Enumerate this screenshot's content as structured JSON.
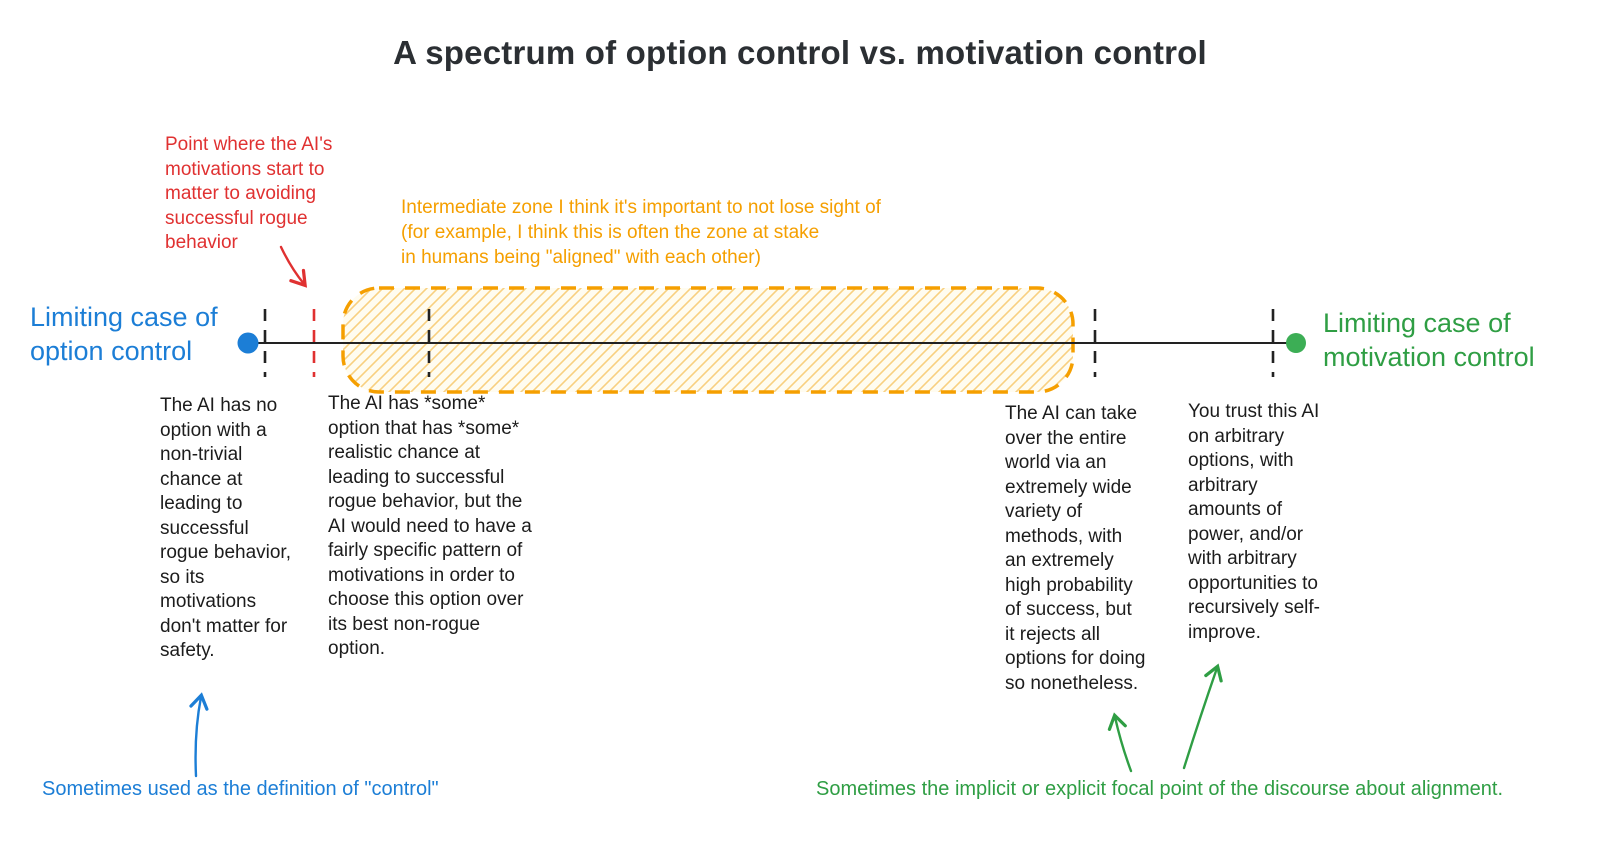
{
  "title": "A spectrum of option control vs. motivation control",
  "annotations": {
    "red_note": "Point where the AI's\nmotivations start to\nmatter to avoiding\nsuccessful rogue\nbehavior",
    "orange_note": "Intermediate zone I think it's important to not lose sight of\n(for example, I think this is often the zone at stake\nin humans being \"aligned\" with each other)"
  },
  "spectrum": {
    "left_label": "Limiting case of\noption control",
    "right_label": "Limiting case of\nmotivation control",
    "left_endpoint_marker": "blue-dot",
    "right_endpoint_marker": "green-dot",
    "tick_marks": "4 black dashed ticks, 1 red dashed tick",
    "intermediate_zone_style": "orange dashed rounded rectangle with diagonal hatching"
  },
  "descriptions": [
    {
      "position": "far-left",
      "text": "The AI has no\noption with a\nnon-trivial\nchance at\nleading to\nsuccessful\nrogue behavior,\nso its\nmotivations\ndon't matter for\nsafety."
    },
    {
      "position": "left-of-zone",
      "text": "The AI has *some*\noption that has *some*\nrealistic chance at\nleading to successful\nrogue behavior, but the\nAI would need to have a\nfairly specific pattern of\nmotivations in order to\nchoose this option over\nits best non-rogue\noption."
    },
    {
      "position": "right-of-zone",
      "text": "The AI can take\nover the entire\nworld via an\nextremely wide\nvariety of\nmethods, with\nan extremely\nhigh probability\nof success, but\nit rejects all\noptions for doing\nso nonetheless."
    },
    {
      "position": "far-right",
      "text": "You trust this AI\non arbitrary\noptions, with\narbitrary\namounts of\npower, and/or\nwith arbitrary\nopportunities to\nrecursively self-\nimprove."
    }
  ],
  "footnotes": {
    "blue": "Sometimes used as the definition of \"control\"",
    "green": "Sometimes the implicit or explicit focal point of the discourse about alignment."
  },
  "colors": {
    "c-ink": "#2b2f33",
    "c-blue": "#1c7ed6",
    "c-green": "#2f9e44",
    "c-red": "#e03131",
    "c-orange": "#f59f00",
    "c-hatch-fill": "#fffcf0",
    "c-hatch-line": "#f8d080"
  }
}
